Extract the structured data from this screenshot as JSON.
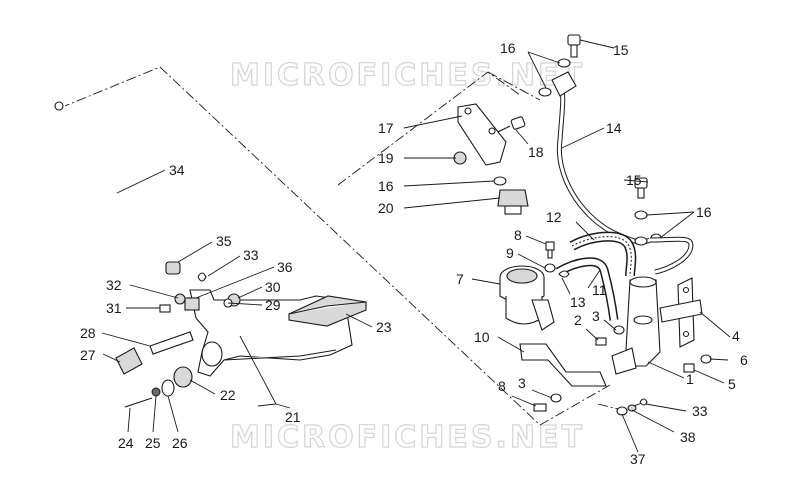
{
  "watermark": {
    "top": "MICROFICHES.NET",
    "bottom": "MICROFICHES.NET"
  },
  "callouts": {
    "c1": "1",
    "c2": "2",
    "c3a": "3",
    "c3b": "3",
    "c4": "4",
    "c5": "5",
    "c6": "6",
    "c7": "7",
    "c8a": "8",
    "c8b": "8",
    "c9": "9",
    "c10": "10",
    "c11": "11",
    "c12": "12",
    "c13": "13",
    "c14": "14",
    "c15a": "15",
    "c15b": "15",
    "c16a": "16",
    "c16b": "16",
    "c16c": "16",
    "c17": "17",
    "c18": "18",
    "c19": "19",
    "c20": "20",
    "c21": "21",
    "c22": "22",
    "c23": "23",
    "c24": "24",
    "c25": "25",
    "c26": "26",
    "c27": "27",
    "c28": "28",
    "c29": "29",
    "c30": "30",
    "c31": "31",
    "c32": "32",
    "c33a": "33",
    "c33b": "33",
    "c34": "34",
    "c35": "35",
    "c36": "36",
    "c37": "37",
    "c38": "38"
  }
}
